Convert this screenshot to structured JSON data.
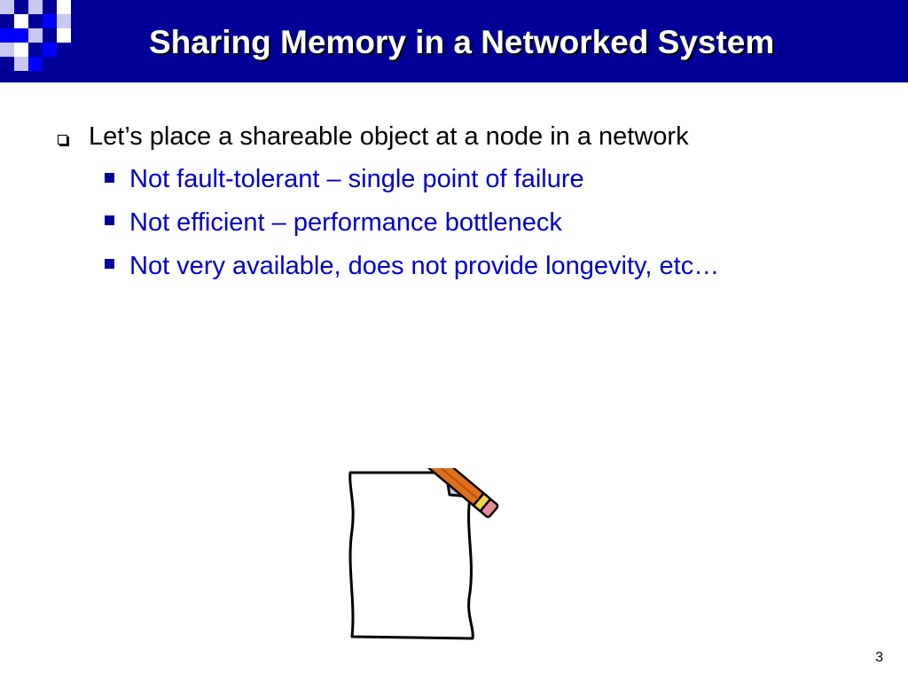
{
  "slide": {
    "title": "Sharing Memory in a Networked System",
    "bullets": [
      {
        "text": "Let’s place a shareable object at a node in a network",
        "sub": [
          "Not fault-tolerant – single point of failure",
          "Not efficient – performance bottleneck",
          "Not very available, does not provide longevity, etc…"
        ]
      }
    ],
    "page_number": "3"
  },
  "colors": {
    "title_bar": "#000099",
    "title_text": "#ffffff",
    "sub_bullet_text": "#0000cc",
    "logo_blue": "#0000ff",
    "logo_light": "#c8c8f0"
  },
  "icons": {
    "logo": "checkered-squares-logo",
    "clipart": "paper-and-pencil-clipart",
    "level1_bullet": "hollow-square-bullet-icon",
    "level2_bullet": "filled-square-bullet-icon"
  }
}
